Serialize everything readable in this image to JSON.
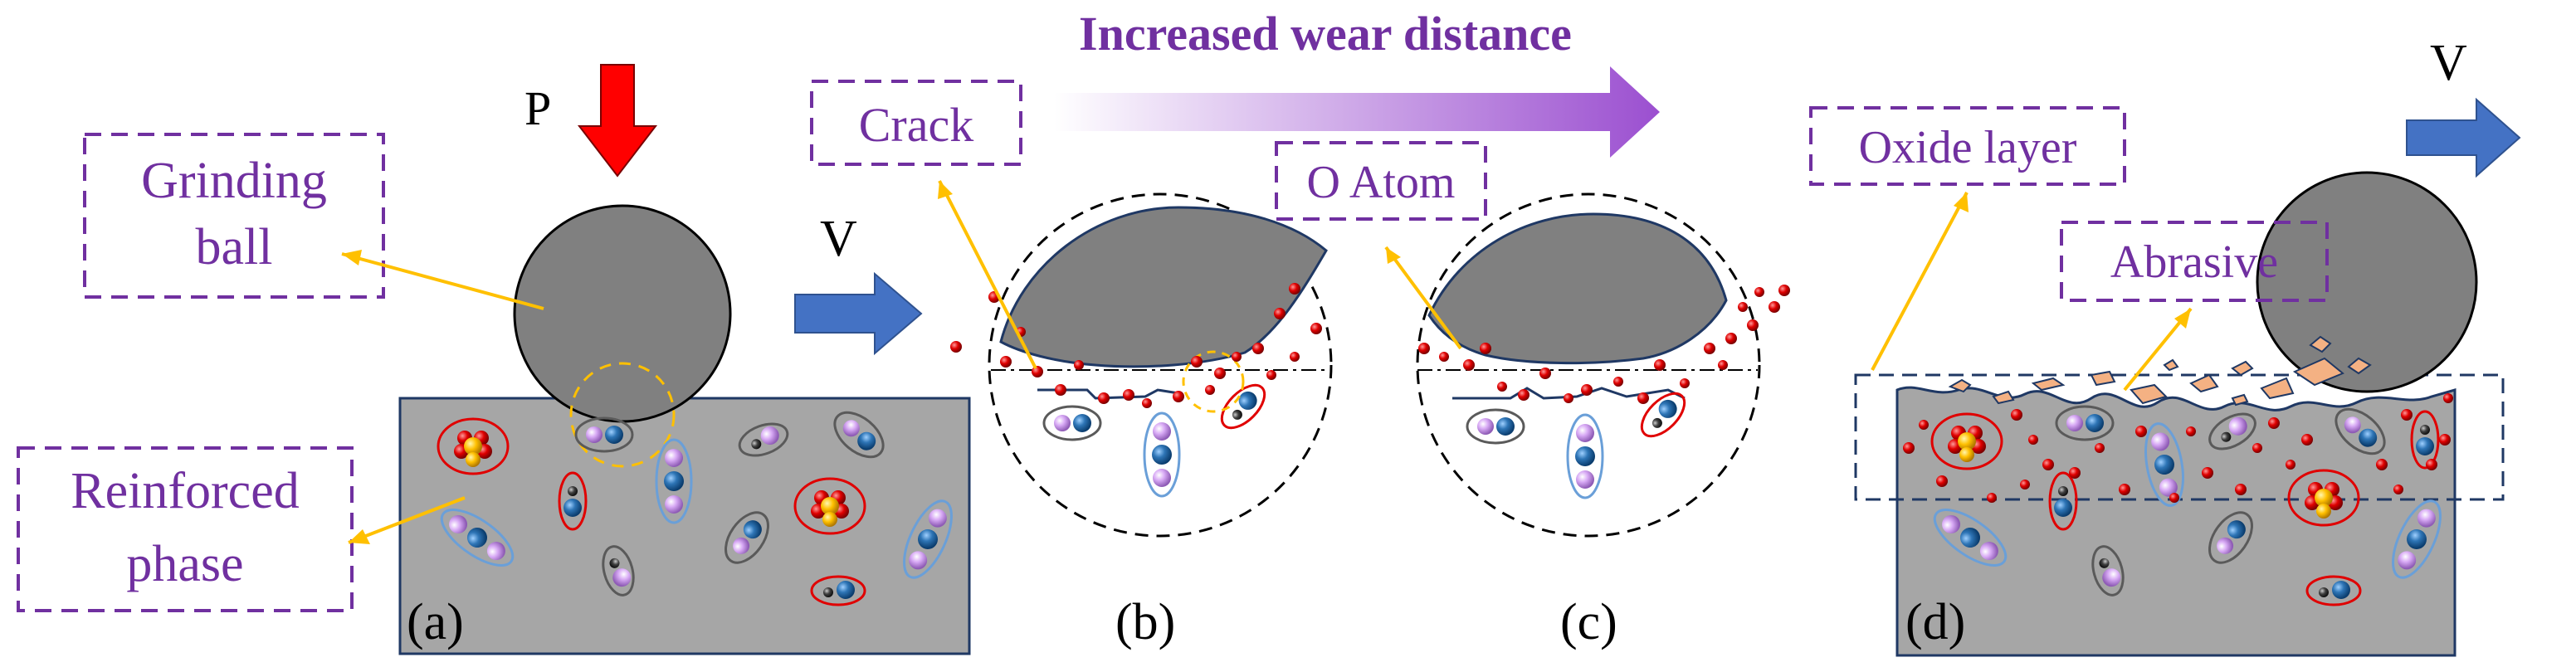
{
  "colors": {
    "label_purple": "#7030a0",
    "gray_fill": "#a6a6a6",
    "ball_fill": "#808080",
    "arrow_blue": "#4472c4",
    "arrow_red": "#ff0000",
    "leader_yellow": "#ffc000",
    "debris_peach": "#f4b183",
    "oxygen_red": "#c00000",
    "atom_blue": "#2e75b6",
    "atom_violet": "#cc99ff",
    "atom_yellow": "#ffc000",
    "atom_dark": "#404040"
  },
  "title": "Increased wear distance",
  "labels": {
    "force": "P",
    "grinding_ball_line1": "Grinding",
    "grinding_ball_line2": "ball",
    "reinforced_line1": "Reinforced",
    "reinforced_line2": "phase",
    "velocity_1": "V",
    "velocity_2": "V",
    "crack": "Crack",
    "o_atom": "O Atom",
    "oxide_layer": "Oxide layer",
    "abrasive": "Abrasive"
  },
  "panels": {
    "a": "(a)",
    "b": "(b)",
    "c": "(c)",
    "d": "(d)"
  },
  "icons": {
    "force_arrow": "down-arrow-icon",
    "velocity_arrow": "right-arrow-icon",
    "progress_arrow": "gradient-right-arrow-icon"
  }
}
